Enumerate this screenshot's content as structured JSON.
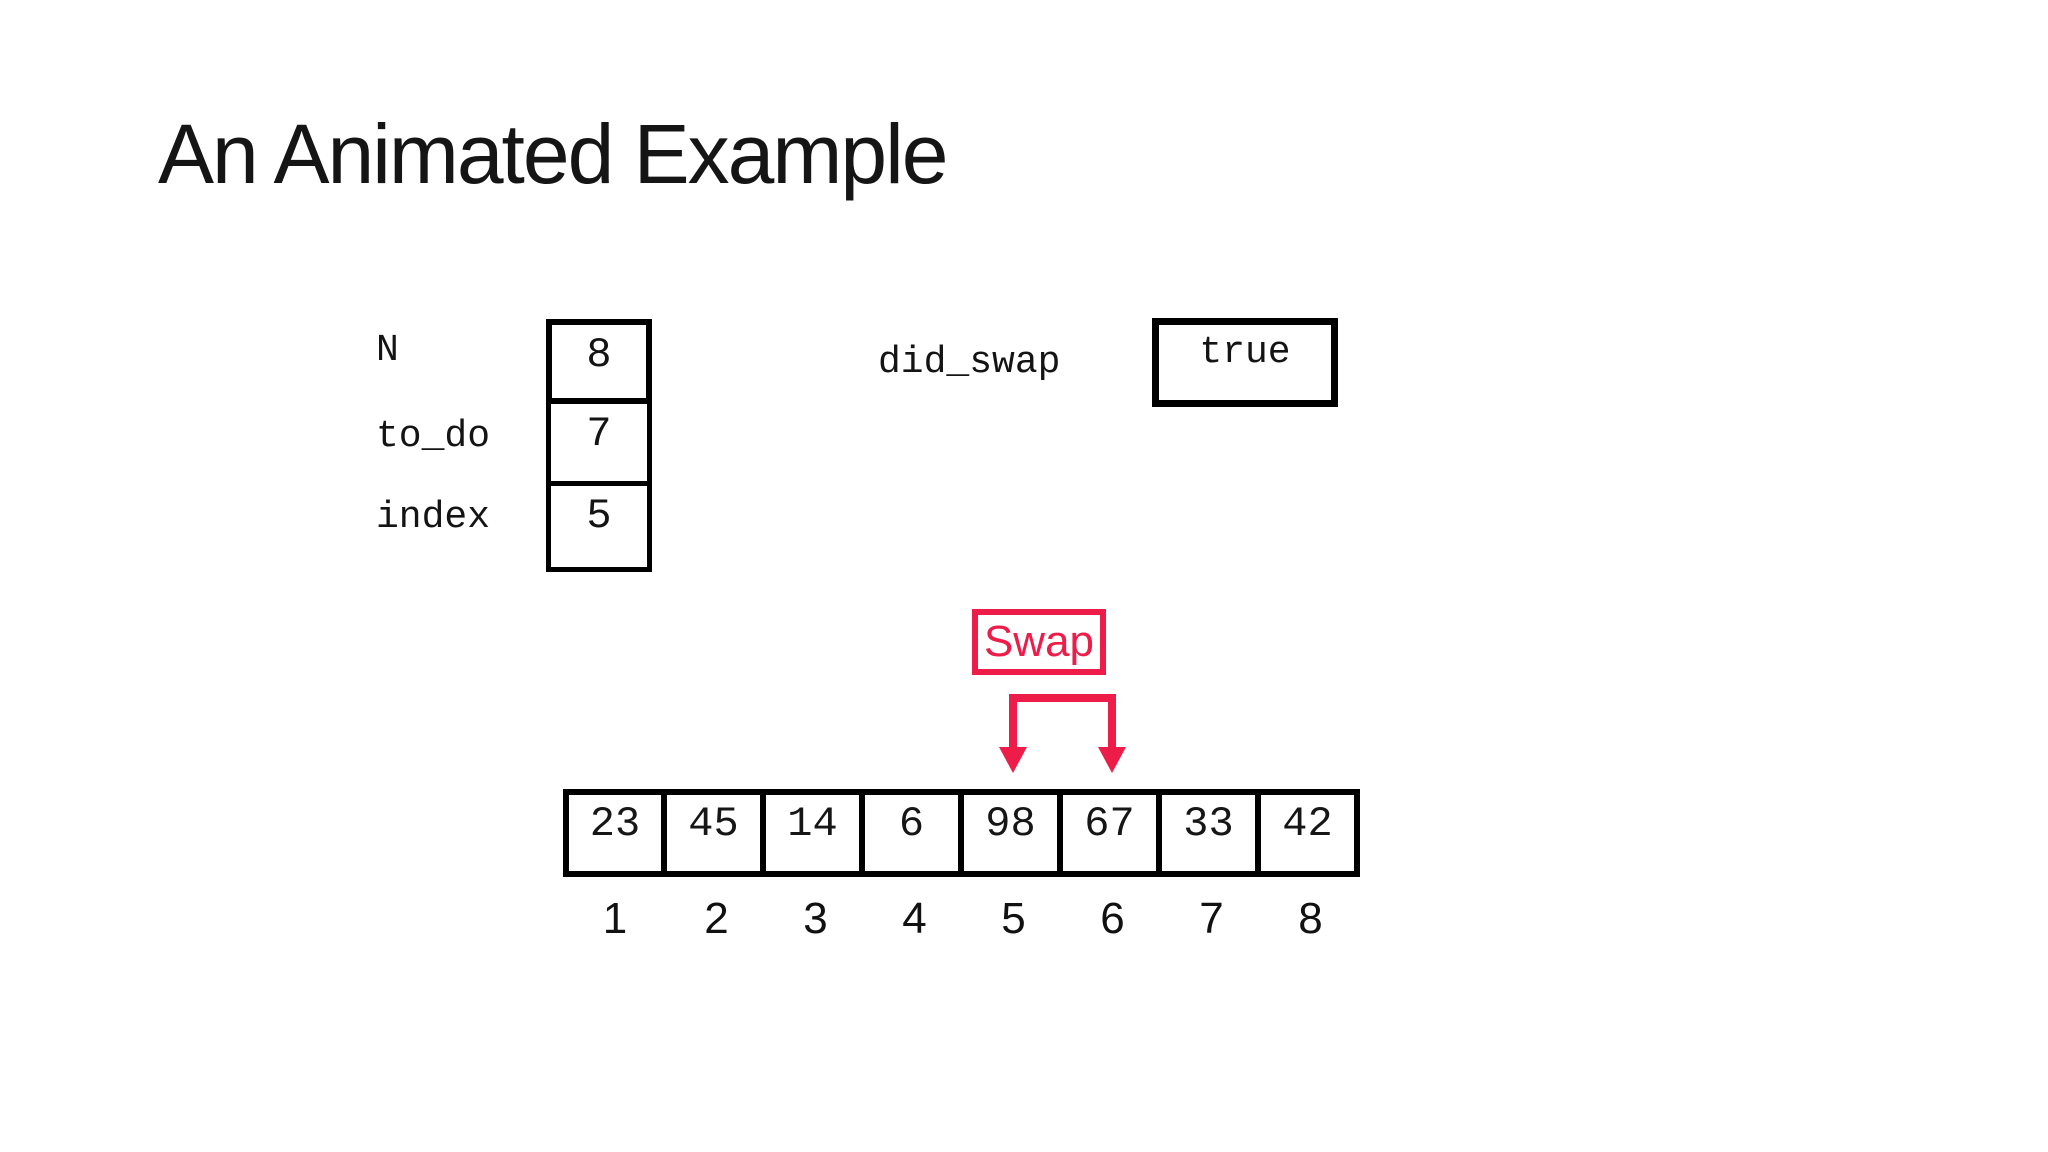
{
  "slide": {
    "title": "An Animated Example",
    "background": "#ffffff"
  },
  "variables": [
    {
      "name": "N",
      "value": "8"
    },
    {
      "name": "to_do",
      "value": "7"
    },
    {
      "name": "index",
      "value": "5"
    }
  ],
  "did_swap": {
    "label": "did_swap",
    "value": "true"
  },
  "swap_callout": {
    "label": "Swap",
    "targets": [
      "5",
      "6"
    ]
  },
  "array": {
    "values": [
      "23",
      "45",
      "14",
      "6",
      "98",
      "67",
      "33",
      "42"
    ],
    "indices": [
      "1",
      "2",
      "3",
      "4",
      "5",
      "6",
      "7",
      "8"
    ]
  },
  "colors": {
    "accent_red": "#ED1C49",
    "line_black": "#000000",
    "text": "#141414"
  }
}
